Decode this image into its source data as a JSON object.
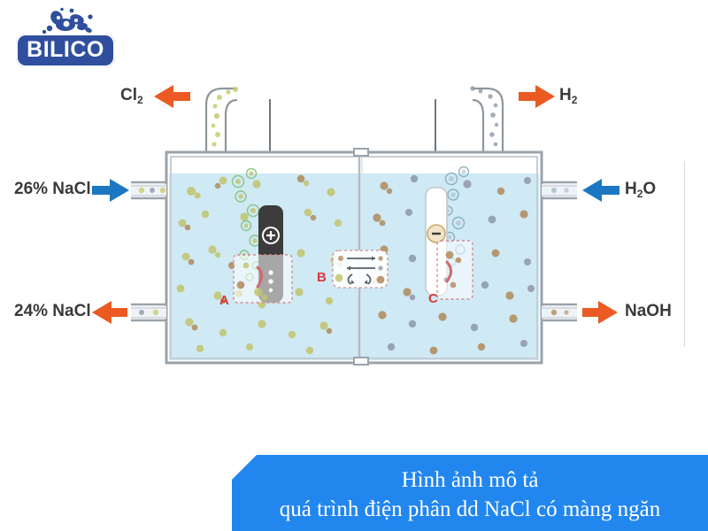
{
  "brand": {
    "name": "BILICO",
    "logo_icon": "water-splash-icon",
    "badge_color": "#2f4f9e"
  },
  "diagram": {
    "title": "electrolysis-of-nacl-solution-with-diaphragm",
    "colors": {
      "liquid": "#cfe9f5",
      "cell_wall": "#9aa3ab",
      "anode": "#3c3c3c",
      "cathode": "#ffffff",
      "orange_arrow": "#ea5a22",
      "blue_arrow": "#1c77c3",
      "label_red": "#d93a3a",
      "chlorine_particle": "#c8c86a",
      "sodium_particle": "#b08a5a",
      "hydroxide_particle": "#8a95a8"
    },
    "labels": {
      "chlorine_out": "Cl",
      "chlorine_out_sub": "2",
      "hydrogen_out": "H",
      "hydrogen_out_sub": "2",
      "brine_in": "26% NaCl",
      "water_in": "H",
      "water_in_sub": "2",
      "water_in_tail": "O",
      "depleted_brine_out": "24% NaCl",
      "caustic_out": "NaOH"
    },
    "annotations": {
      "anode_region": "A",
      "membrane_region": "B",
      "cathode_region": "C",
      "anode_sign": "+",
      "cathode_sign": "−"
    },
    "flows": [
      {
        "name": "chlorine-gas-outlet",
        "label": "Cl2",
        "direction": "left",
        "color": "#ea5a22",
        "position": "top-left"
      },
      {
        "name": "hydrogen-gas-outlet",
        "label": "H2",
        "direction": "right",
        "color": "#ea5a22",
        "position": "top-right"
      },
      {
        "name": "brine-inlet",
        "label": "26% NaCl",
        "direction": "right",
        "color": "#1c77c3",
        "position": "mid-left"
      },
      {
        "name": "water-inlet",
        "label": "H2O",
        "direction": "left",
        "color": "#1c77c3",
        "position": "mid-right"
      },
      {
        "name": "depleted-brine-outlet",
        "label": "24% NaCl",
        "direction": "left",
        "color": "#ea5a22",
        "position": "low-left"
      },
      {
        "name": "caustic-soda-outlet",
        "label": "NaOH",
        "direction": "right",
        "color": "#ea5a22",
        "position": "low-right"
      }
    ]
  },
  "caption": {
    "line1": "Hình ảnh mô tả",
    "line2": "quá trình điện phân dd NaCl có màng ngăn",
    "background_color": "#2286ef",
    "text_color": "#ffffff"
  }
}
